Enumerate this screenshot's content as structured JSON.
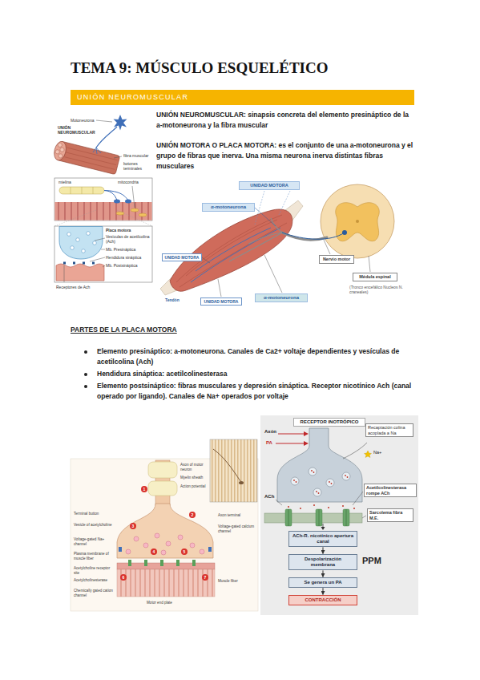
{
  "diagram": {
    "title": "TEMA 9: MÚSCULO ESQUELÉTICO",
    "nodes": [
      {
        "text": [
          "UNIÓN NEUROMUSCULAR"
        ]
      },
      {
        "text": [
          "UNIDAD MOTORA"
        ]
      },
      {
        "text": [
          "α-motoneurona"
        ]
      },
      {
        "text": [
          "UNIDAD MOTORA"
        ]
      },
      {
        "text": [
          "Nervio motor"
        ]
      },
      {
        "text": [
          "Médula espinal"
        ]
      },
      {
        "text": [
          "UNIDAD MOTORA"
        ]
      },
      {
        "text": [
          "α-motoneurona"
        ]
      },
      {
        "text": [
          "RECEPTOR INOTRÓPICO"
        ]
      },
      {
        "text": [
          "Recaptación colina acoplada a Na"
        ]
      },
      {
        "text": [
          "Acetilcolinesterasa rompe ACh"
        ]
      },
      {
        "text": [
          "Sarcolema fibra M.E."
        ]
      },
      {
        "text": [
          "ACh-R. nicotínico apertura canal"
        ]
      },
      {
        "text": [
          "Despolarización membrana"
        ]
      },
      {
        "text": [
          "Se genera un PA"
        ]
      },
      {
        "text": [
          "CONTRACCIÓN"
        ]
      }
    ],
    "edges": [
      {
        "from": 12,
        "to": 13,
        "arrow": "to"
      },
      {
        "from": 13,
        "to": 14,
        "arrow": "to"
      },
      {
        "from": 14,
        "to": 15,
        "arrow": "to"
      }
    ],
    "labels": [
      "UNIÓN NEUROMUSCULAR: sinapsis concreta del elemento presináptico de la a-motoneurona y la fibra muscular",
      "UNIÓN MOTORA O PLACA MOTORA: es el conjunto de una a-motoneurona y el grupo de fibras que inerva. Una misma neurona inerva distintas fibras musculares",
      "Motoneurona",
      "UNIÓN NEUROMUSCULAR",
      "fibra muscular",
      "botones terminales",
      "mielina",
      "mitocondria",
      "Placa motora",
      "Vesículas de acetilcolina (Ach)",
      "Mb. Presináptica",
      "Hendidura sináptica",
      "Mb. Postsináptica",
      "Receptores de Ach",
      "Tendón",
      "(Tronco encefálico Nucleos N. craneales)",
      "PARTES DE LA PLACA MOTORA",
      "Elemento presináptico: a-motoneurona. Canales de Ca2+ voltaje dependientes y vesículas de acetilcolina (Ach)",
      "Hendidura sináptica: acetilcolinesterasa",
      "Elemento postsináptico: fibras musculares y depresión sináptica. Receptor nicotínico Ach (canal operado por ligando). Canales de Na+ operados por voltaje",
      "Axon of motor neuron",
      "Myelin sheath",
      "Action potential",
      "Terminal button",
      "Vesicle of acetylcholine",
      "Voltage-gated Na+ channel",
      "Plasma membrane of muscle fiber",
      "Acetylcholine receptor site",
      "Acetylcholinesterase",
      "Chemically gated cation channel",
      "Axon terminal",
      "Voltage-gated calcium channel",
      "Muscle fiber",
      "Motor end plate",
      "1",
      "2",
      "3",
      "4",
      "5",
      "6",
      "7",
      "Axón",
      "PA",
      "Na+",
      "ACh",
      "PPM"
    ]
  }
}
